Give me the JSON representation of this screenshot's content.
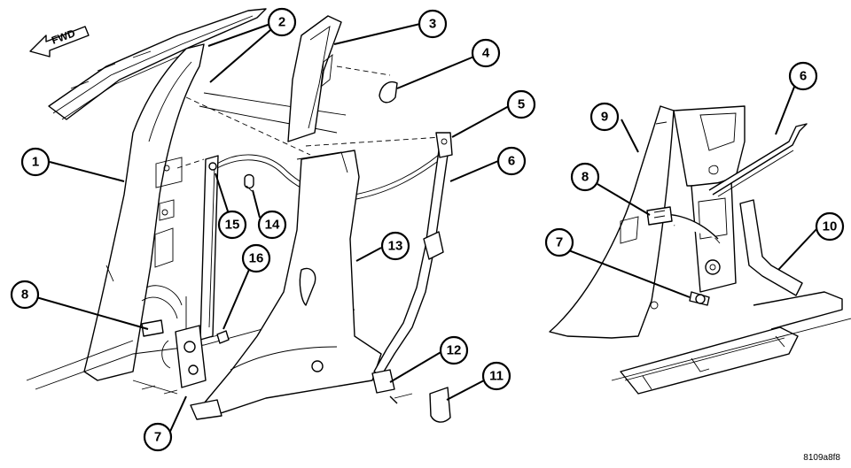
{
  "direction_label": "FWD",
  "figure_id": "8109a8f8",
  "callouts": [
    {
      "num": "1"
    },
    {
      "num": "2"
    },
    {
      "num": "3"
    },
    {
      "num": "4"
    },
    {
      "num": "5"
    },
    {
      "num": "6"
    },
    {
      "num": "7"
    },
    {
      "num": "8"
    },
    {
      "num": "9"
    },
    {
      "num": "10"
    },
    {
      "num": "11"
    },
    {
      "num": "12"
    },
    {
      "num": "13"
    },
    {
      "num": "14"
    },
    {
      "num": "15"
    },
    {
      "num": "16"
    },
    {
      "num": "6"
    },
    {
      "num": "7"
    },
    {
      "num": "8"
    }
  ]
}
